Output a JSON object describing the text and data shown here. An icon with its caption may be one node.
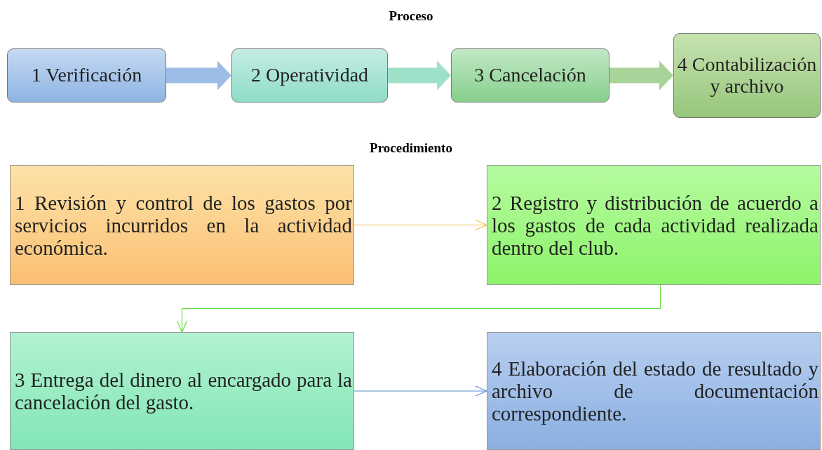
{
  "diagram": {
    "title": "Proceso",
    "nodes": [
      {
        "text": [
          "1 Verificación"
        ]
      },
      {
        "text": [
          "2 Operatividad"
        ]
      },
      {
        "text": [
          "3 Cancelación"
        ]
      },
      {
        "text": [
          "4 Contabilización y archivo"
        ]
      },
      {
        "text": [
          "1 Revisión y control de los gastos  por servicios incurridos en la actividad económica."
        ]
      },
      {
        "text": [
          "2 Registro y distribución de acuerdo a los gastos de cada actividad realizada dentro del club."
        ]
      },
      {
        "text": [
          "3 Entrega del dinero al encargado para la cancelación del gasto."
        ]
      },
      {
        "text": [
          "4 Elaboración del estado de resultado y archivo de documentación correspondiente."
        ]
      }
    ],
    "edges": [
      {
        "from": 0,
        "to": 1,
        "arrow": "to",
        "style": "thick",
        "color": "#9dbde6"
      },
      {
        "from": 1,
        "to": 2,
        "arrow": "to",
        "style": "thick",
        "color": "#9fe0c8"
      },
      {
        "from": 2,
        "to": 3,
        "arrow": "to",
        "style": "thick",
        "color": "#a8d49a"
      },
      {
        "from": 4,
        "to": 5,
        "arrow": "to",
        "color": "#f2c24a"
      },
      {
        "from": 5,
        "to": 6,
        "arrow": "to",
        "color": "#66dd44"
      },
      {
        "from": 6,
        "to": 7,
        "arrow": "to",
        "color": "#5b8fd0"
      }
    ],
    "labels": [
      "Procedimiento"
    ]
  }
}
